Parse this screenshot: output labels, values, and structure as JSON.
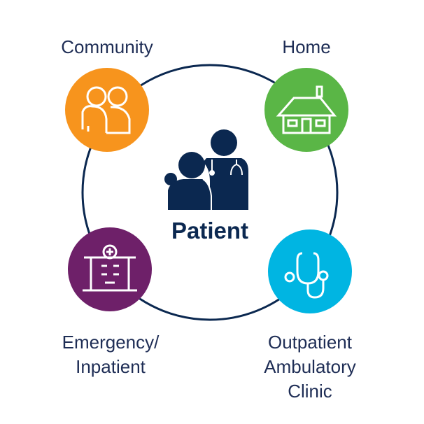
{
  "center": {
    "label": "Patient",
    "icon": "patient-doctor-icon"
  },
  "nodes": [
    {
      "label": "Community",
      "icon": "people-icon",
      "color": "#f7941d"
    },
    {
      "label": "Home",
      "icon": "house-icon",
      "color": "#5ab646"
    },
    {
      "label_lines": [
        "Emergency/",
        "Inpatient"
      ],
      "icon": "hospital-icon",
      "color": "#6e2069"
    },
    {
      "label_lines": [
        "Outpatient",
        "Ambulatory",
        "Clinic"
      ],
      "icon": "stethoscope-icon",
      "color": "#00b5e2"
    }
  ],
  "colors": {
    "ring": "#0b2850",
    "navy": "#0b2850"
  }
}
